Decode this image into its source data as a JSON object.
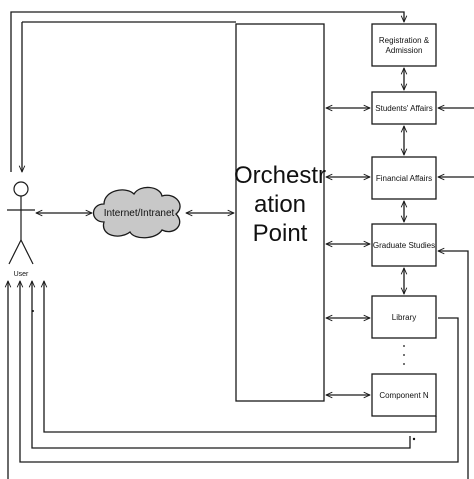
{
  "orchestration": {
    "line1": "Orchestr",
    "line2": "ation",
    "line3": "Point"
  },
  "network": {
    "label": "Internet/Intranet"
  },
  "user": {
    "label": "User"
  },
  "components": {
    "registration_line1": "Registration &",
    "registration_line2": "Admission",
    "students": "Students' Affairs",
    "financial": "Financial Affairs",
    "graduate": "Graduate Studies",
    "library": "Library",
    "component_n": "Component N"
  },
  "colors": {
    "cloud_fill": "#c8c8c8",
    "line": "#1a1a1a"
  }
}
